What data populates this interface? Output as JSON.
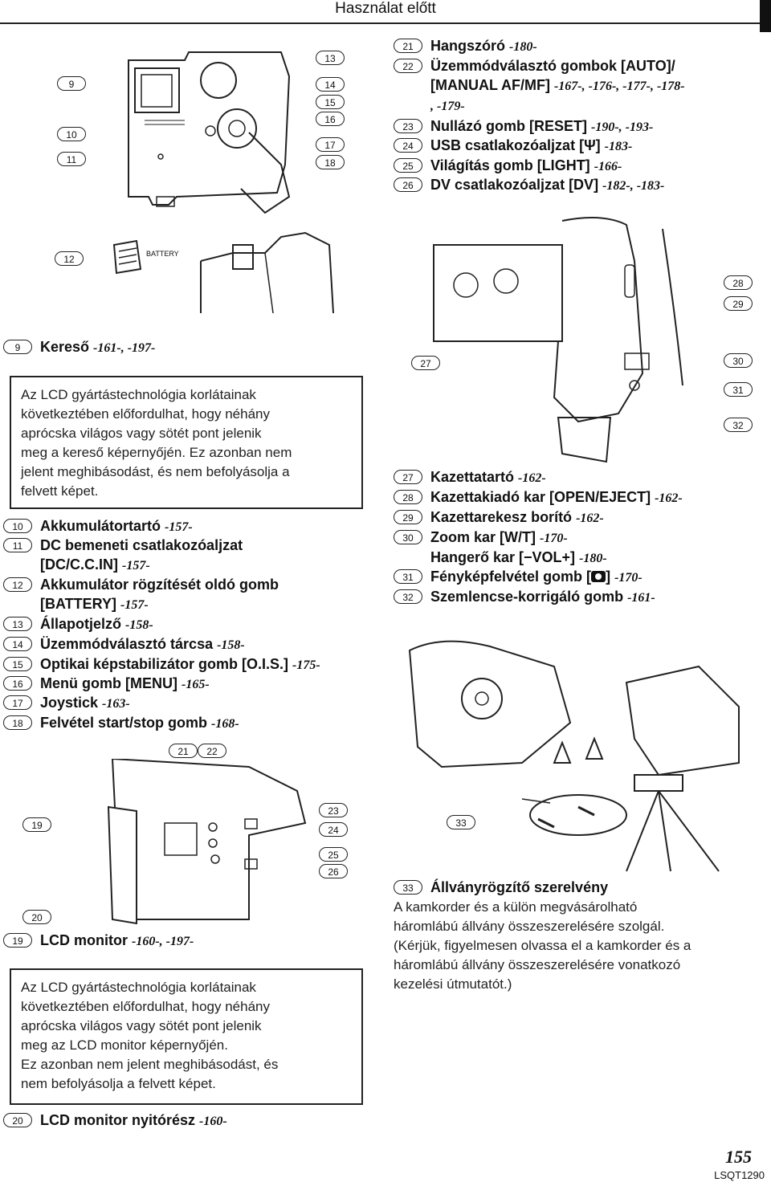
{
  "header": {
    "title": "Használat előtt"
  },
  "diagram_labels": {
    "d1": [
      "9",
      "10",
      "11",
      "13",
      "14",
      "15",
      "16",
      "17",
      "18"
    ],
    "d2": [
      "12"
    ],
    "d2_text": "BATTERY",
    "d3": [
      "28",
      "29",
      "27",
      "30",
      "31",
      "32"
    ],
    "d4": [
      "21",
      "22",
      "19",
      "20",
      "23",
      "24",
      "25",
      "26"
    ],
    "d5": [
      "33"
    ]
  },
  "top_right_items": [
    {
      "num": "21",
      "lines": [
        {
          "text": "Hangszóró ",
          "ref": "-180-"
        }
      ]
    },
    {
      "num": "22",
      "lines": [
        {
          "text": "Üzemmódválasztó gombok [AUTO]/",
          "ref": ""
        },
        {
          "text": "[MANUAL AF/MF] ",
          "ref": "-167-, -176-, -177-, -178-"
        },
        {
          "text": "",
          "ref": ", -179-"
        }
      ]
    },
    {
      "num": "23",
      "lines": [
        {
          "text": "Nullázó gomb [RESET] ",
          "ref": "-190-, -193-"
        }
      ]
    },
    {
      "num": "24",
      "lines": [
        {
          "text": "USB csatlakozóaljzat [",
          "ref": "-183-"
        }
      ]
    },
    {
      "num": "25",
      "lines": [
        {
          "text": "Világítás gomb [LIGHT] ",
          "ref": "-166-"
        }
      ]
    },
    {
      "num": "26",
      "lines": [
        {
          "text": "DV csatlakozóaljzat [DV] ",
          "ref": "-182-, -183-"
        }
      ]
    }
  ],
  "usb_suffix": "] ",
  "left_items": {
    "kereso": {
      "num": "9",
      "text": "Kereső ",
      "ref": "-161-, -197-"
    },
    "note1": [
      "Az LCD gyártástechnológia korlátainak",
      "következtében előfordulhat, hogy néhány",
      "aprócska világos vagy sötét pont jelenik",
      "meg a kereső képernyőjén. Ez azonban nem",
      "jelent meghibásodást, és nem befolyásolja a",
      "felvett képet."
    ],
    "list": [
      {
        "num": "10",
        "lines": [
          {
            "text": "Akkumulátortartó ",
            "ref": "-157-"
          }
        ]
      },
      {
        "num": "11",
        "lines": [
          {
            "text": "DC bemeneti csatlakozóaljzat",
            "ref": ""
          },
          {
            "text": "[DC/C.C.IN] ",
            "ref": "-157-"
          }
        ]
      },
      {
        "num": "12",
        "lines": [
          {
            "text": "Akkumulátor rögzítését oldó gomb",
            "ref": ""
          },
          {
            "text": "[BATTERY] ",
            "ref": "-157-"
          }
        ]
      },
      {
        "num": "13",
        "lines": [
          {
            "text": "Állapotjelző ",
            "ref": "-158-"
          }
        ]
      },
      {
        "num": "14",
        "lines": [
          {
            "text": "Üzemmódválasztó tárcsa ",
            "ref": "-158-"
          }
        ]
      },
      {
        "num": "15",
        "lines": [
          {
            "text": "Optikai képstabilizátor gomb [O.I.S.] ",
            "ref": "-175-"
          }
        ]
      },
      {
        "num": "16",
        "lines": [
          {
            "text": "Menü gomb [MENU] ",
            "ref": "-165-"
          }
        ]
      },
      {
        "num": "17",
        "lines": [
          {
            "text": "Joystick ",
            "ref": "-163-"
          }
        ]
      },
      {
        "num": "18",
        "lines": [
          {
            "text": "Felvétel start/stop gomb ",
            "ref": "-168-"
          }
        ]
      }
    ]
  },
  "right_items": [
    {
      "num": "27",
      "lines": [
        {
          "text": "Kazettatartó ",
          "ref": "-162-"
        }
      ]
    },
    {
      "num": "28",
      "lines": [
        {
          "text": "Kazettakiadó kar [OPEN/EJECT] ",
          "ref": "-162-"
        }
      ]
    },
    {
      "num": "29",
      "lines": [
        {
          "text": "Kazettarekesz borító ",
          "ref": "-162-"
        }
      ]
    },
    {
      "num": "30",
      "lines": [
        {
          "text": "Zoom kar [W/T] ",
          "ref": "-170-"
        },
        {
          "text": "Hangerő kar [−VOL+] ",
          "ref": "-180-"
        }
      ]
    },
    {
      "num": "31",
      "lines": [
        {
          "text": "Fényképfelvétel gomb [",
          "ref": "-170-"
        }
      ]
    },
    {
      "num": "32",
      "lines": [
        {
          "text": "Szemlencse-korrigáló gomb ",
          "ref": "-161-"
        }
      ]
    }
  ],
  "camera_suffix": "] ",
  "lcd": {
    "num": "19",
    "text": "LCD monitor ",
    "ref": "-160-, -197-",
    "note": [
      "Az LCD gyártástechnológia korlátainak",
      "következtében előfordulhat, hogy néhány",
      "aprócska világos vagy sötét pont jelenik",
      "meg az LCD monitor képernyőjén.",
      "Ez azonban nem jelent meghibásodást, és",
      "nem befolyásolja a felvett képet."
    ]
  },
  "lcd_open": {
    "num": "20",
    "text": "LCD monitor nyitórész ",
    "ref": "-160-"
  },
  "tripod": {
    "num": "33",
    "title": "Állványrögzítő szerelvény",
    "text": [
      "A kamkorder és a külön megvásárolható",
      "háromlábú állvány összeszerelésére szolgál.",
      "(Kérjük, figyelmesen olvassa el a kamkorder és a",
      "háromlábú állvány összeszerelésére vonatkozó",
      "kezelési útmutatót.)"
    ]
  },
  "footer": {
    "page": "155",
    "code": "LSQT1290"
  }
}
